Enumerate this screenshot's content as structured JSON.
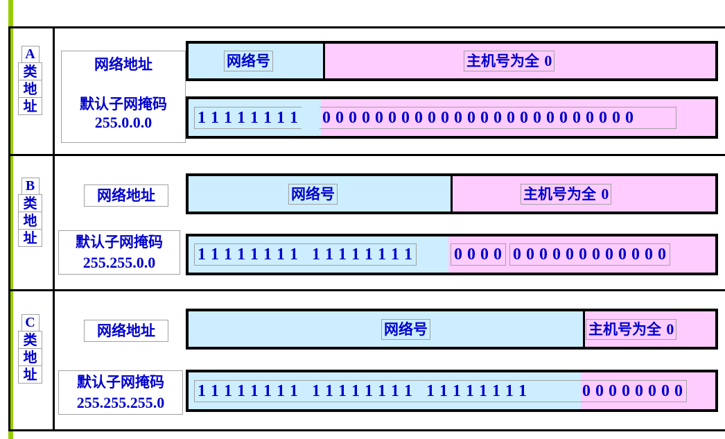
{
  "colors": {
    "network_fill": "#cceeff",
    "host_fill": "#ffccff",
    "text": "#0000cc",
    "accent_bar": "#99cc00",
    "border": "#000000"
  },
  "rows": [
    {
      "class_letter": "A",
      "class_chars": [
        "类",
        "地",
        "址"
      ],
      "network_address_label": "网络地址",
      "mask_label": "默认子网掩码",
      "mask_value": "255.0.0.0",
      "network_part_label": "网络号",
      "host_part_label": "主机号为全",
      "host_part_zero": "0",
      "mask_ones": "1 1 1 1 1 1 1 1",
      "mask_zeros": "0 0 0 0 0 0 0 0 0 0 0 0 0 0 0 0 0 0 0 0 0 0 0 0"
    },
    {
      "class_letter": "B",
      "class_chars": [
        "类",
        "地",
        "址"
      ],
      "network_address_label": "网络地址",
      "mask_label": "默认子网掩码",
      "mask_value": "255.255.0.0",
      "network_part_label": "网络号",
      "host_part_label": "主机号为全",
      "host_part_zero": "0",
      "mask_ones": "1 1 1 1 1 1 1 1   1 1 1 1 1 1 1 1",
      "mask_zeros_a": "0 0 0 0",
      "mask_zeros_b": "0 0 0 0 0 0 0 0 0 0 0 0"
    },
    {
      "class_letter": "C",
      "class_chars": [
        "类",
        "地",
        "址"
      ],
      "network_address_label": "网络地址",
      "mask_label": "默认子网掩码",
      "mask_value": "255.255.255.0",
      "network_part_label": "网络号",
      "host_part_label": "主机号为全",
      "host_part_zero": "0",
      "mask_ones": "1 1 1 1 1 1 1 1   1 1 1 1 1 1 1 1   1 1 1 1 1 1 1 1",
      "mask_zeros": "0 0 0 0 0 0 0 0"
    }
  ]
}
